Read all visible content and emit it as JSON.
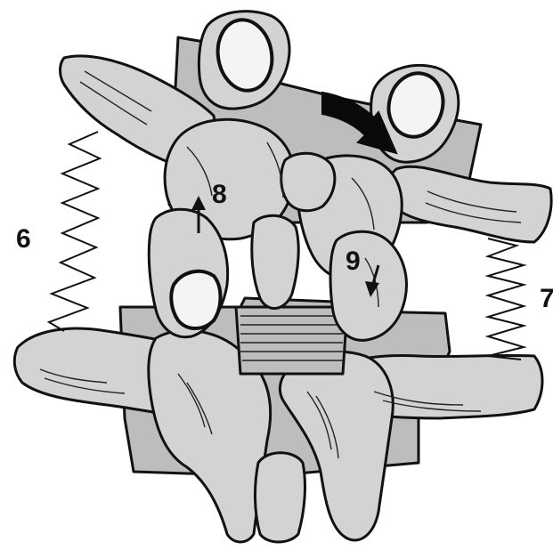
{
  "diagram": {
    "labels": {
      "spring_left": "6",
      "spring_right": "7",
      "arrow_up": "8",
      "arrow_down": "9"
    }
  }
}
